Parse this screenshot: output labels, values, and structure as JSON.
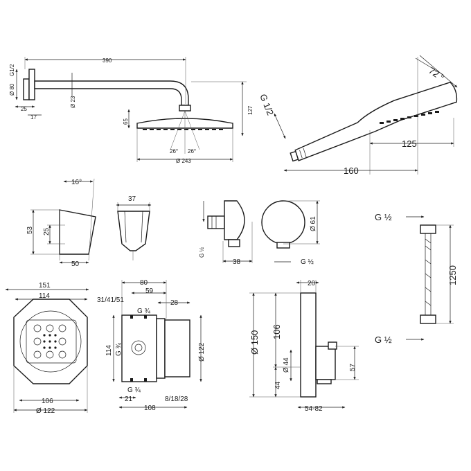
{
  "shower_arm": {
    "length": "390",
    "thread": "G1/2",
    "flange_dia": "Ø 80",
    "pipe_dia": "Ø 23",
    "flange_depth": "25",
    "offset": "17",
    "head_height": "65",
    "total_height": "127",
    "spray_angle_left": "26°",
    "spray_angle_right": "26°",
    "head_dia": "Ø 243"
  },
  "hand_shower": {
    "thread": "G 1/2",
    "angle": "72 °",
    "head_length": "125",
    "total_length": "160"
  },
  "holder": {
    "angle": "16°",
    "height": "53",
    "inner": "25",
    "width": "50",
    "depth": "37"
  },
  "outlet": {
    "thread_left": "G ½",
    "dia": "Ø 61",
    "depth": "38",
    "thread_bottom": "G ½"
  },
  "hose": {
    "thread_top": "G ½",
    "length": "1250",
    "thread_bottom": "G ½"
  },
  "box": {
    "outer": "151",
    "inner": "114",
    "bottom_a": "106",
    "bottom_b": "Ø 122",
    "side_80": "80",
    "side_59": "59",
    "side_range": "31/41/51",
    "g34_top": "G ¾",
    "depth_28": "28",
    "height_114": "114",
    "g34_left": "G ¾",
    "dia_122": "Ø 122",
    "g34_bottom": "G ¾",
    "w21": "21",
    "w108": "108",
    "range_bottom": "8/18/28"
  },
  "trim": {
    "w20": "20",
    "dia150": "Ø 150",
    "h106": "106",
    "d44": "Ø 44",
    "h44": "44",
    "h57": "57",
    "range": "54-82"
  }
}
